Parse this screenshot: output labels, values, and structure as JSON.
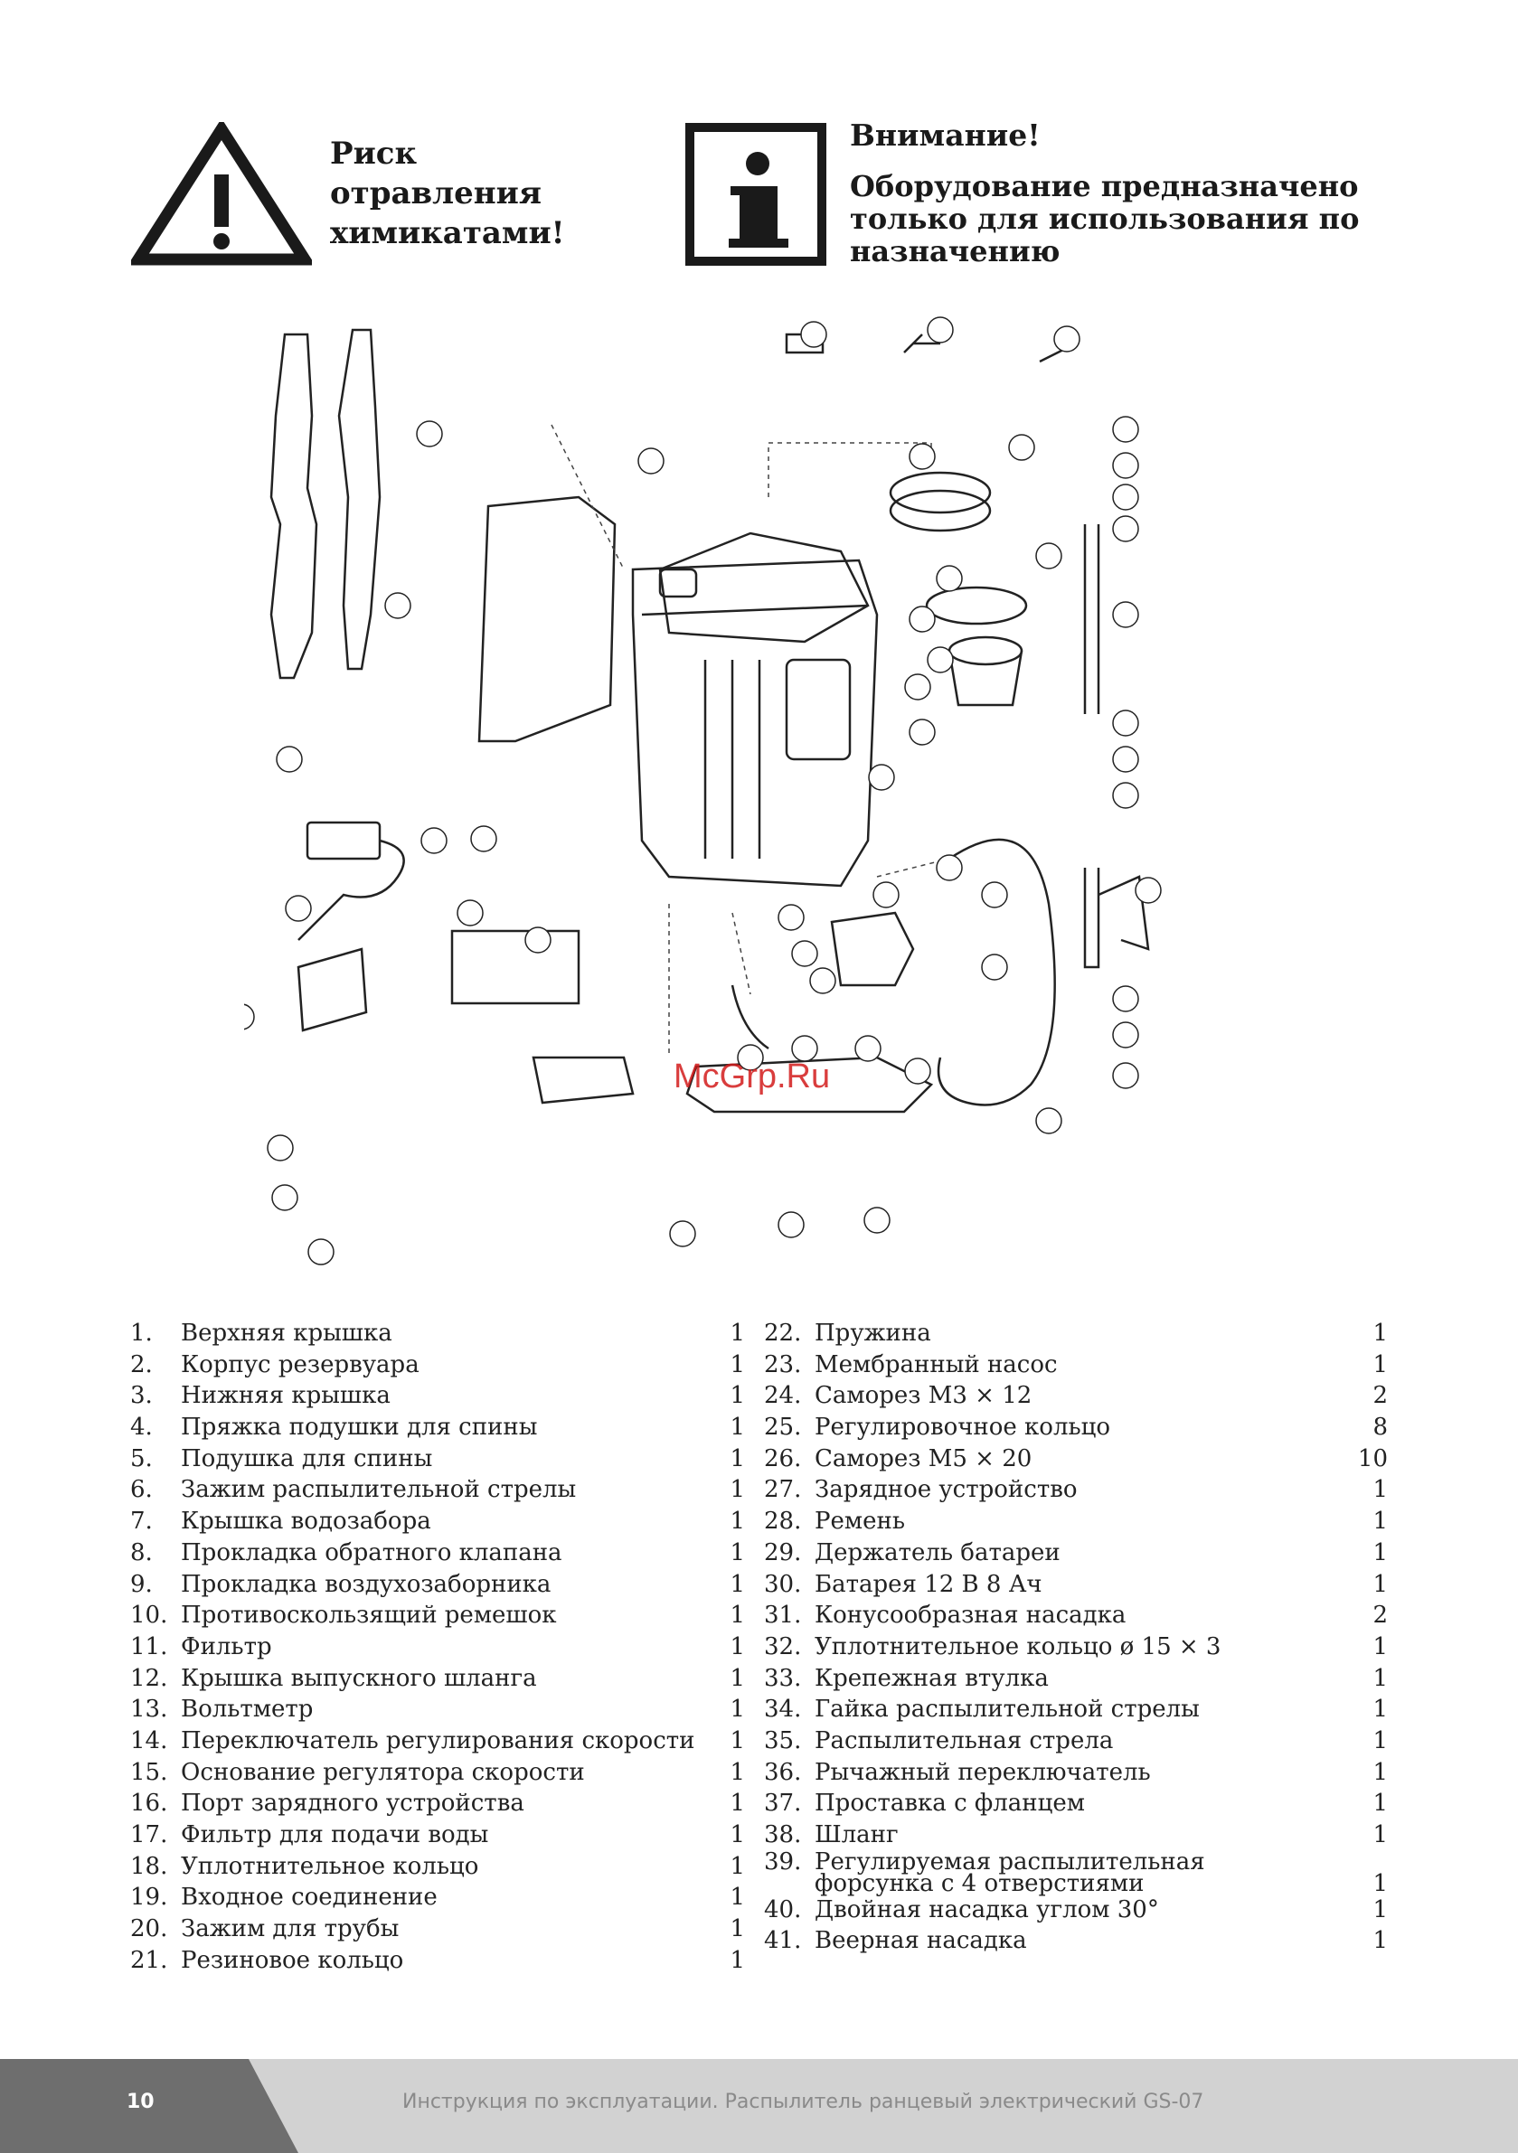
{
  "header": {
    "risk_text": "Риск\nотравления\nхимикатами!",
    "attention_title": "Внимание!",
    "attention_text": "Оборудование предназначено только для использования по назначению",
    "icons": [
      "warning-triangle-icon",
      "info-icon"
    ]
  },
  "watermark": "McGrp.Ru",
  "parts_left": [
    {
      "num": "1.",
      "name": "Верхняя крышка",
      "qty": "1"
    },
    {
      "num": "2.",
      "name": "Корпус резервуара",
      "qty": "1"
    },
    {
      "num": "3.",
      "name": "Нижняя крышка",
      "qty": "1"
    },
    {
      "num": "4.",
      "name": "Пряжка подушки для спины",
      "qty": "1"
    },
    {
      "num": "5.",
      "name": "Подушка для спины",
      "qty": "1"
    },
    {
      "num": "6.",
      "name": "Зажим распылительной стрелы",
      "qty": "1"
    },
    {
      "num": "7.",
      "name": "Крышка водозабора",
      "qty": "1"
    },
    {
      "num": "8.",
      "name": "Прокладка обратного клапана",
      "qty": "1"
    },
    {
      "num": "9.",
      "name": "Прокладка воздухозаборника",
      "qty": "1"
    },
    {
      "num": "10.",
      "name": "Противоскользящий ремешок",
      "qty": "1"
    },
    {
      "num": "11.",
      "name": "Фильтр",
      "qty": "1"
    },
    {
      "num": "12.",
      "name": "Крышка выпускного шланга",
      "qty": "1"
    },
    {
      "num": "13.",
      "name": "Вольтметр",
      "qty": "1"
    },
    {
      "num": "14.",
      "name": "Переключатель регулирования скорости",
      "qty": "1"
    },
    {
      "num": "15.",
      "name": "Основание регулятора скорости",
      "qty": "1"
    },
    {
      "num": "16.",
      "name": "Порт зарядного устройства",
      "qty": "1"
    },
    {
      "num": "17.",
      "name": "Фильтр для подачи воды",
      "qty": "1"
    },
    {
      "num": "18.",
      "name": "Уплотнительное кольцо",
      "qty": "1"
    },
    {
      "num": "19.",
      "name": "Входное соединение",
      "qty": "1"
    },
    {
      "num": "20.",
      "name": "Зажим для трубы",
      "qty": "1"
    },
    {
      "num": "21.",
      "name": "Резиновое кольцо",
      "qty": "1"
    }
  ],
  "parts_right": [
    {
      "num": "22.",
      "name": "Пружина",
      "qty": "1"
    },
    {
      "num": "23.",
      "name": "Мембранный насос",
      "qty": "1"
    },
    {
      "num": "24.",
      "name": "Саморез М3 × 12",
      "qty": "2"
    },
    {
      "num": "25.",
      "name": "Регулировочное кольцо",
      "qty": "8"
    },
    {
      "num": "26.",
      "name": "Саморез М5 × 20",
      "qty": "10"
    },
    {
      "num": "27.",
      "name": "Зарядное устройство",
      "qty": "1"
    },
    {
      "num": "28.",
      "name": "Ремень",
      "qty": "1"
    },
    {
      "num": "29.",
      "name": "Держатель батареи",
      "qty": "1"
    },
    {
      "num": "30.",
      "name": "Батарея 12 В 8 Ач",
      "qty": "1"
    },
    {
      "num": "31.",
      "name": "Конусообразная насадка",
      "qty": "2"
    },
    {
      "num": "32.",
      "name": "Уплотнительное кольцо ø 15 × 3",
      "qty": "1"
    },
    {
      "num": "33.",
      "name": "Крепежная втулка",
      "qty": "1"
    },
    {
      "num": "34.",
      "name": "Гайка распылительной стрелы",
      "qty": "1"
    },
    {
      "num": "35.",
      "name": "Распылительная стрела",
      "qty": "1"
    },
    {
      "num": "36.",
      "name": "Рычажный переключатель",
      "qty": "1"
    },
    {
      "num": "37.",
      "name": "Проставка с фланцем",
      "qty": "1"
    },
    {
      "num": "38.",
      "name": "Шланг",
      "qty": "1"
    },
    {
      "num": "39.",
      "name": "Регулируемая распылительная\nфорсунка с 4 отверстиями",
      "qty": "1"
    },
    {
      "num": "40.",
      "name": "Двойная насадка углом 30°",
      "qty": "1"
    },
    {
      "num": "41.",
      "name": "Веерная насадка",
      "qty": "1"
    }
  ],
  "footer": {
    "page_number": "10",
    "title": "Инструкция по эксплуатации. Распылитель ранцевый электрический GS-07"
  },
  "colors": {
    "footer_band": "#d2d2d2",
    "footer_tab": "#6e6e6e",
    "watermark": "#d31c1c"
  }
}
